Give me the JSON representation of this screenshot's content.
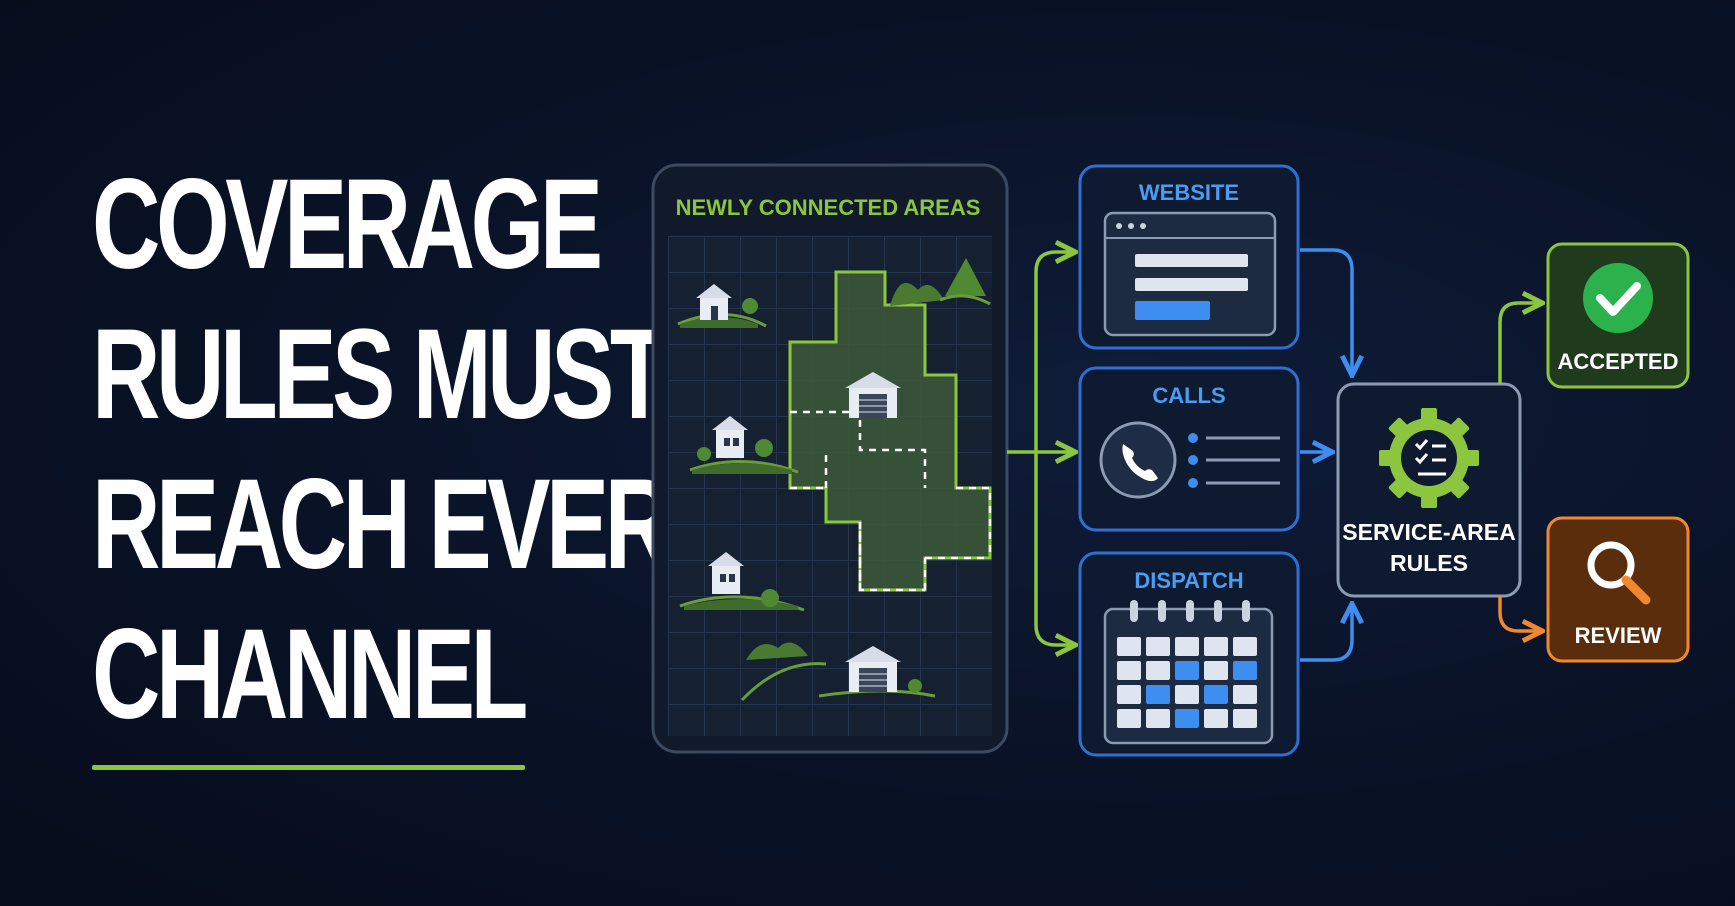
{
  "headline": {
    "lines": [
      "COVERAGE",
      "RULES MUST",
      "REACH EVERY",
      "CHANNEL"
    ]
  },
  "map": {
    "title": "NEWLY CONNECTED AREAS"
  },
  "channels": [
    {
      "id": "website",
      "label": "WEBSITE"
    },
    {
      "id": "calls",
      "label": "CALLS"
    },
    {
      "id": "dispatch",
      "label": "DISPATCH"
    }
  ],
  "rules": {
    "line1": "SERVICE-AREA",
    "line2": "RULES"
  },
  "outcomes": {
    "accepted": {
      "label": "ACCEPTED"
    },
    "review": {
      "label": "REVIEW"
    }
  },
  "colors": {
    "accent_green": "#8cc63f",
    "accent_blue": "#3d8ef0",
    "accent_orange": "#f0892e",
    "panel_border_blue": "#2f6fd1",
    "label_blue": "#4a9df5",
    "accepted_fill": "#1f3a1c",
    "review_fill": "#5a2d0c"
  }
}
